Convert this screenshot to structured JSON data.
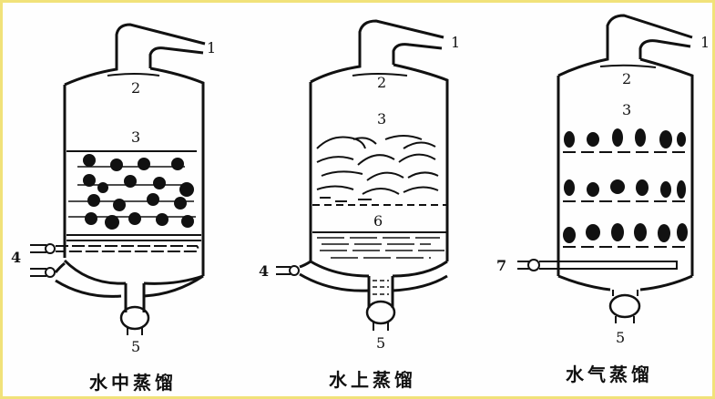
{
  "diagrams": [
    {
      "caption": "水中蒸馏",
      "labels": {
        "n1": "1",
        "n2": "2",
        "n3": "3",
        "n4": "4",
        "n5": "5"
      }
    },
    {
      "caption": "水上蒸馏",
      "labels": {
        "n1": "1",
        "n2": "2",
        "n3": "3",
        "n4": "4",
        "n5": "5",
        "n6": "6"
      }
    },
    {
      "caption": "水气蒸馏",
      "labels": {
        "n1": "1",
        "n2": "2",
        "n3": "3",
        "n7": "7",
        "n5": "5"
      }
    }
  ],
  "colors": {
    "border": "#f1e27a",
    "ink": "#111111"
  }
}
